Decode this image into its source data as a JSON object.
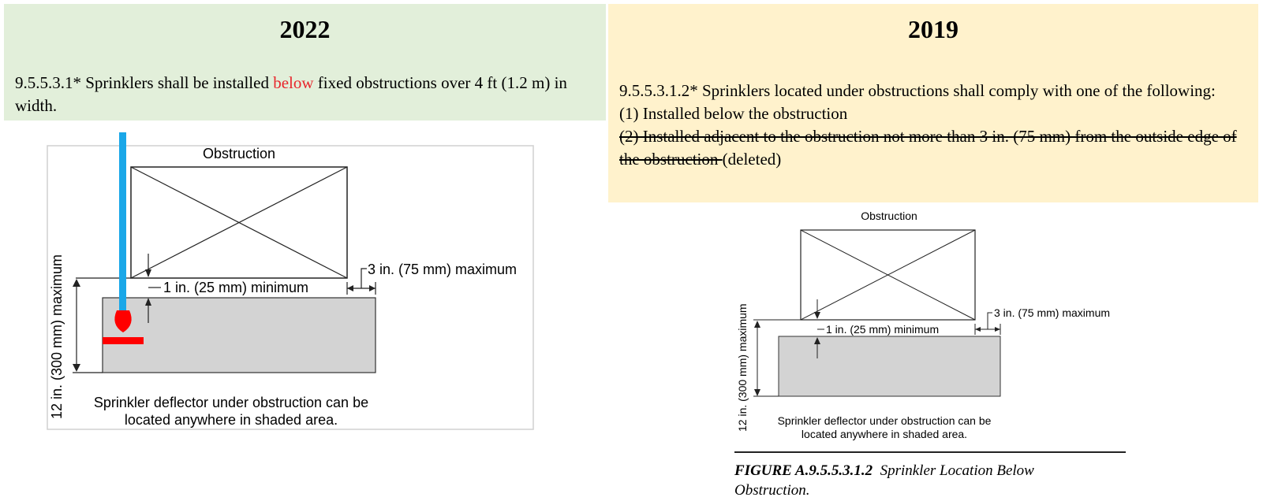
{
  "left": {
    "year": "2022",
    "section_num": "9.5.5.3.1*",
    "text_before": " Sprinklers shall be installed ",
    "highlight": "below",
    "text_after": " fixed obstructions over 4 ft (1.2 m) in width.",
    "highlight_color": "#e8262c",
    "background": "#e2efda",
    "figure": {
      "obstruction_label": "Obstruction",
      "min_label": "1 in. (25 mm) minimum",
      "max_label": "3 in. (75 mm) maximum",
      "height_label": "12 in. (300 mm) maximum",
      "caption_line1": "Sprinkler deflector under obstruction can be",
      "caption_line2": "located anywhere in shaded area.",
      "pipe_color": "#1aa7e8",
      "sprinkler_color": "#ff0000"
    }
  },
  "right": {
    "year": "2019",
    "section_num": "9.5.5.3.1.2*",
    "text_intro": " Sprinklers located under obstructions shall comply with one of the following:",
    "item1": "(1) Installed below the obstruction",
    "item2_struck": "(2) Installed adjacent to the obstruction not more than 3 in. (75 mm) from the outside edge of the obstruction ",
    "deleted_note": "(deleted)",
    "background": "#fff2cc",
    "figure": {
      "obstruction_label": "Obstruction",
      "min_label": "1 in. (25 mm) minimum",
      "max_label": "3 in. (75 mm) maximum",
      "height_label": "12 in. (300 mm) maximum",
      "caption_line1": "Sprinkler deflector under obstruction can be",
      "caption_line2": "located anywhere in shaded area.",
      "figure_num": "FIGURE A.9.5.5.3.1.2",
      "figure_title": "Sprinkler Location Below",
      "figure_title2": "Obstruction."
    }
  }
}
